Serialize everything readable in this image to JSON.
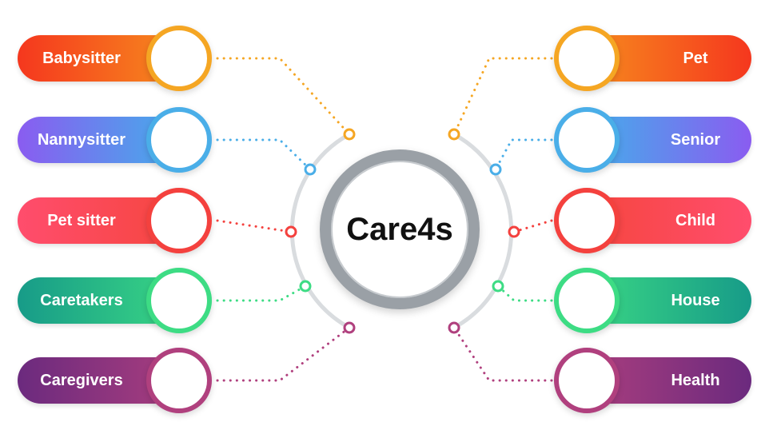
{
  "center": {
    "title": "Care4s"
  },
  "left_items": [
    {
      "label": "Babysitter",
      "color": "#f5a623",
      "gradient": [
        "#f5371e",
        "#f7931e"
      ]
    },
    {
      "label": "Nannysitter",
      "color": "#4aaee8",
      "gradient": [
        "#8a5cf0",
        "#3db6ea"
      ]
    },
    {
      "label": "Pet sitter",
      "color": "#f4413e",
      "gradient": [
        "#ff4d6d",
        "#f5453a"
      ]
    },
    {
      "label": "Caretakers",
      "color": "#3ddc84",
      "gradient": [
        "#179b88",
        "#3ddc84"
      ]
    },
    {
      "label": "Caregivers",
      "color": "#b0407e",
      "gradient": [
        "#6b2a7e",
        "#b0407e"
      ]
    }
  ],
  "right_items": [
    {
      "label": "Pet",
      "color": "#f5a623",
      "gradient": [
        "#f7931e",
        "#f5371e"
      ]
    },
    {
      "label": "Senior",
      "color": "#4aaee8",
      "gradient": [
        "#3db6ea",
        "#8a5cf0"
      ]
    },
    {
      "label": "Child",
      "color": "#f4413e",
      "gradient": [
        "#f5453a",
        "#ff4d6d"
      ]
    },
    {
      "label": "House",
      "color": "#3ddc84",
      "gradient": [
        "#3ddc84",
        "#179b88"
      ]
    },
    {
      "label": "Health",
      "color": "#b0407e",
      "gradient": [
        "#b0407e",
        "#6b2a7e"
      ]
    }
  ]
}
